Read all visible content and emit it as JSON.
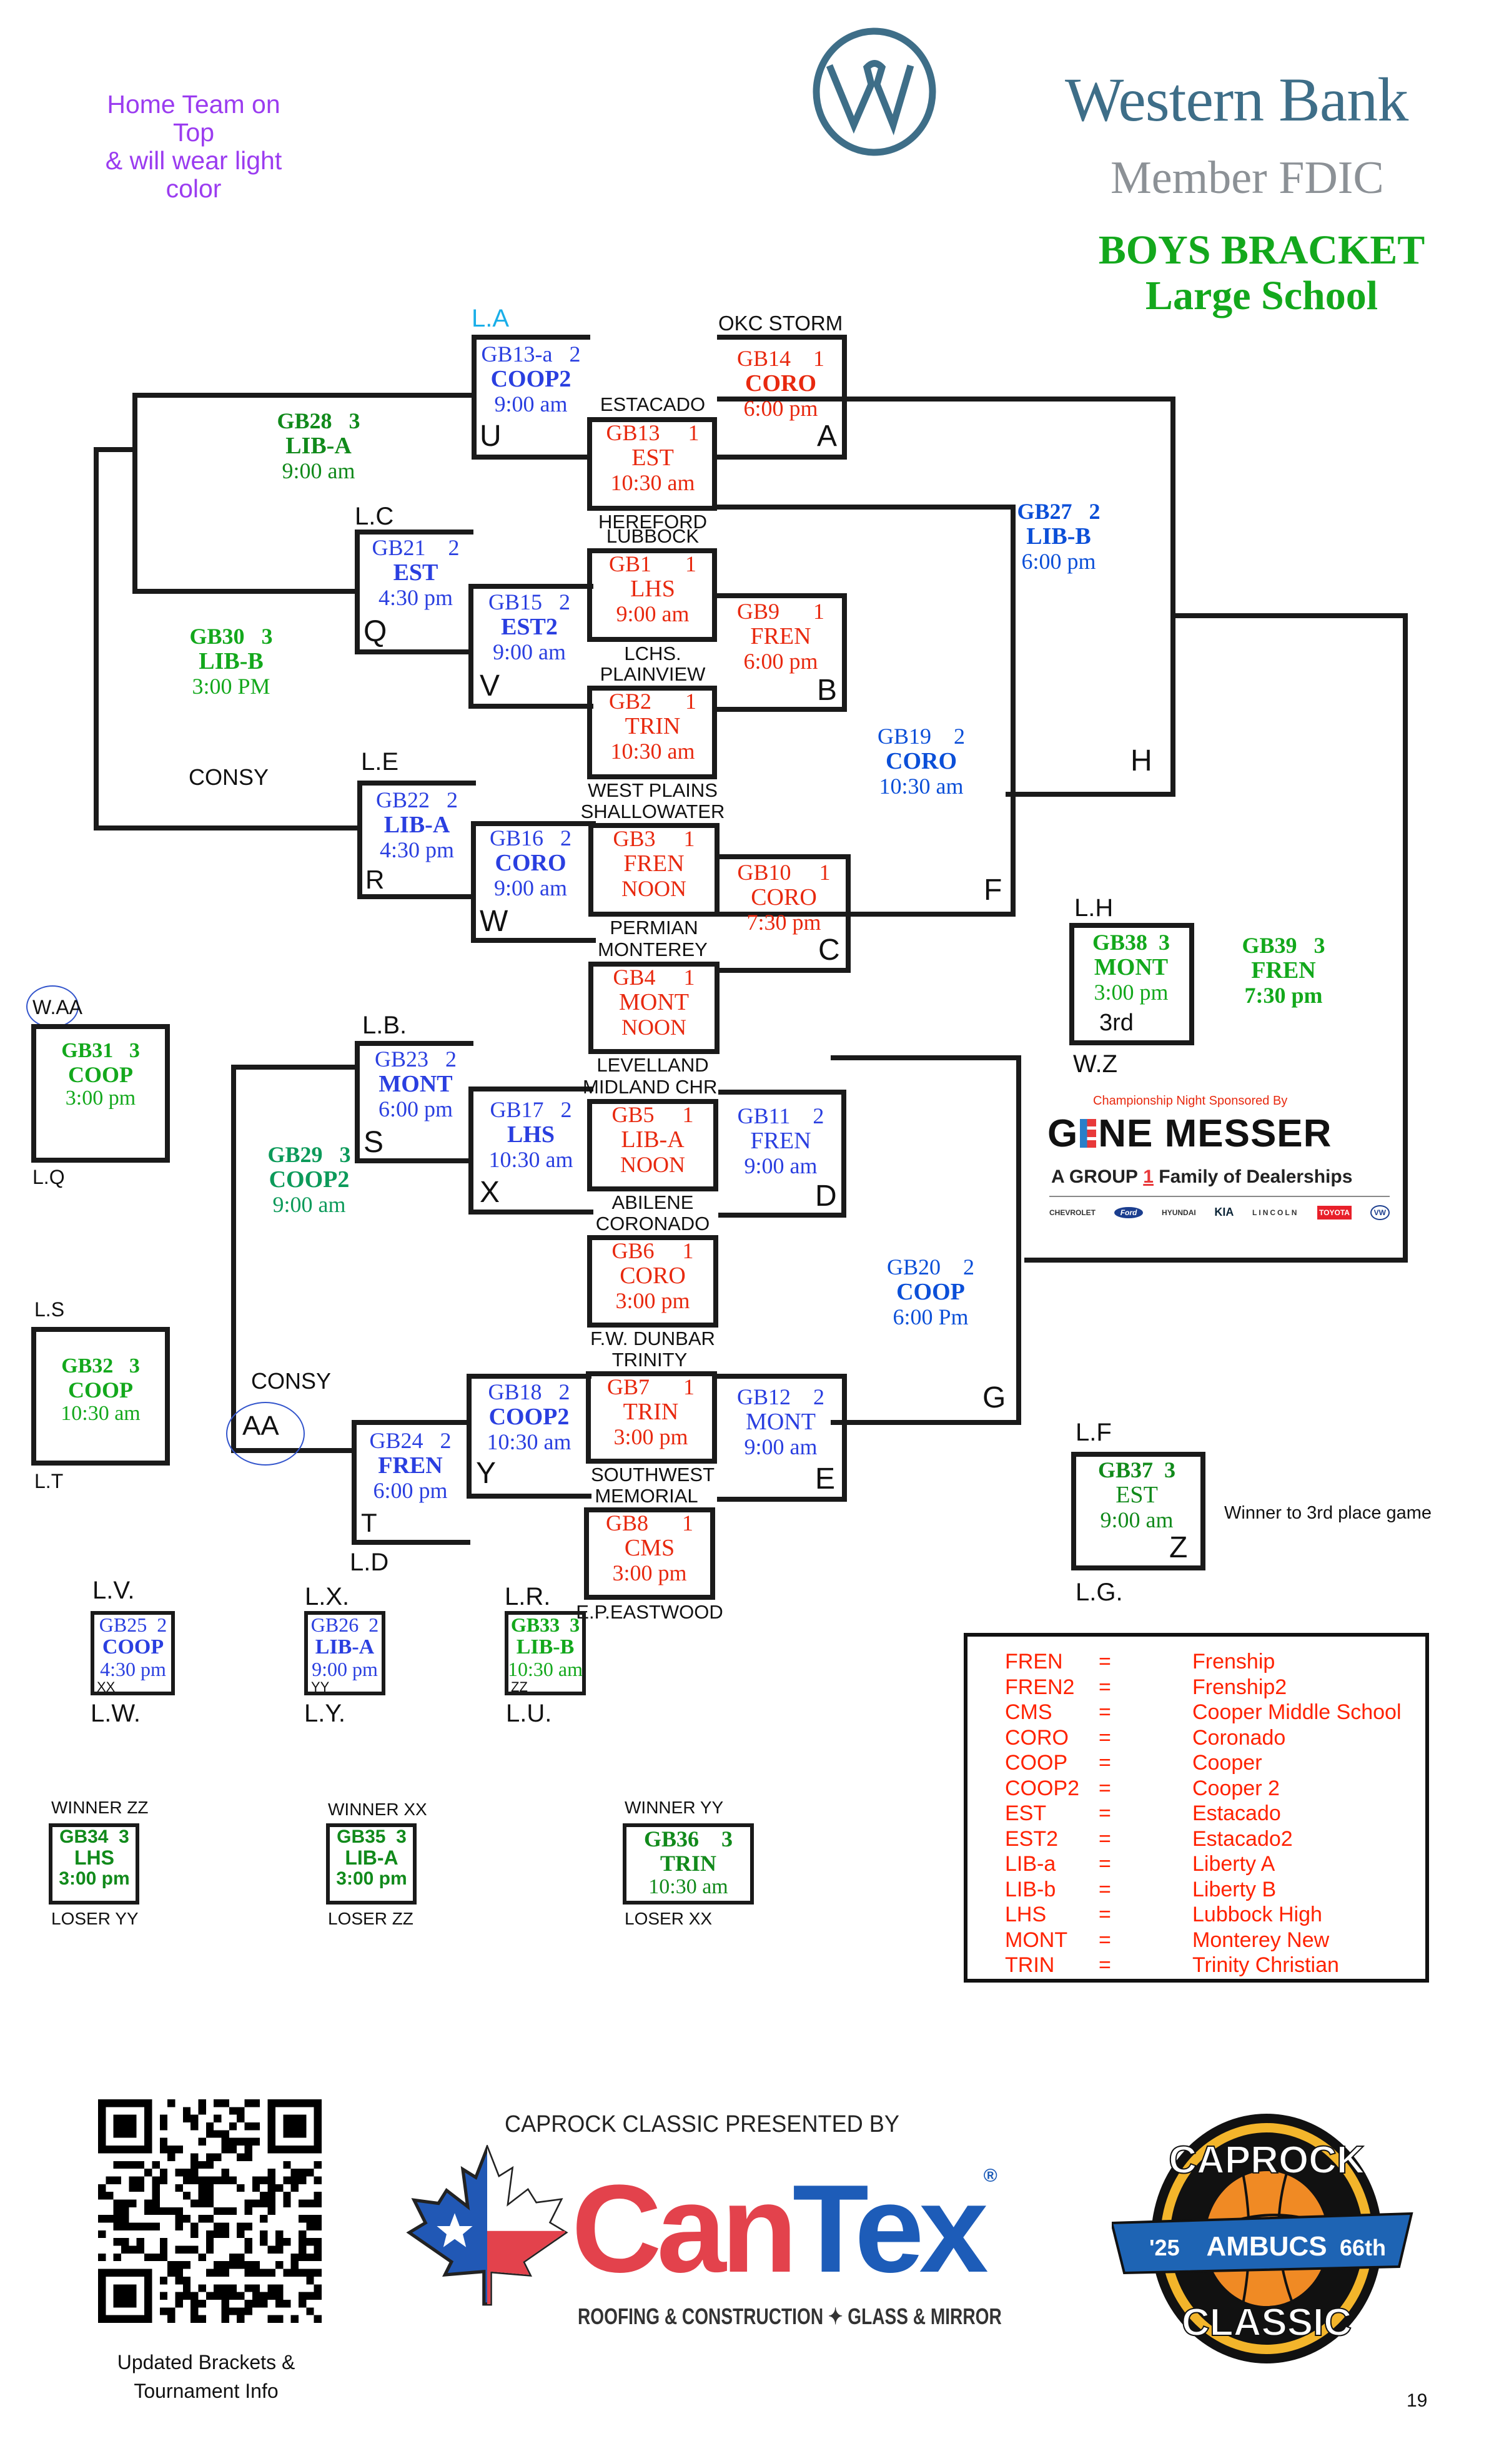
{
  "header": {
    "note_line1": "Home Team on Top",
    "note_line2": "& will wear light color",
    "bank_name": "Western Bank",
    "bank_sub": "Member FDIC",
    "title_line1": "BOYS BRACKET",
    "title_line2": "Large  School"
  },
  "colors": {
    "purple_note": "#9b3cf0",
    "bank_teal": "#3e6e88",
    "bank_gray": "#8c9196",
    "title_green": "#13a81c",
    "legend_red": "#ff2200"
  },
  "games": {
    "gb13a": {
      "id": "GB13-a",
      "bracket": "2",
      "team": "COOP2",
      "time": "9:00 am",
      "letter": "U",
      "top_label": "L.A"
    },
    "gb14": {
      "id": "GB14",
      "bracket": "1",
      "team": "CORO",
      "time": "6:00 pm",
      "letter": "A",
      "top_label": "OKC STORM"
    },
    "gb13": {
      "id": "GB13",
      "bracket": "1",
      "team": "EST",
      "time": "10:30 am",
      "top_label": "ESTACADO",
      "bottom_label": "HEREFORD"
    },
    "gb28": {
      "id": "GB28",
      "bracket": "3",
      "team": "LIB-A",
      "time": "9:00 am"
    },
    "gb27": {
      "id": "GB27",
      "bracket": "2",
      "team": "LIB-B",
      "time": "6:00 pm"
    },
    "gb21": {
      "id": "GB21",
      "bracket": "2",
      "team": "EST",
      "time": "4:30 pm",
      "letter": "Q",
      "top_label": "L.C"
    },
    "gb15": {
      "id": "GB15",
      "bracket": "2",
      "team": "EST2",
      "time": "9:00 am",
      "letter": "V"
    },
    "gb1": {
      "id": "GB1",
      "bracket": "1",
      "team": "LHS",
      "time": "9:00 am",
      "top_label": "LUBBOCK",
      "bottom_label": "LCHS."
    },
    "gb9": {
      "id": "GB9",
      "bracket": "1",
      "team": "FREN",
      "time": "6:00 pm",
      "letter": "B"
    },
    "gb2": {
      "id": "GB2",
      "bracket": "1",
      "team": "TRIN",
      "time": "10:30 am",
      "top_label": "PLAINVIEW",
      "bottom_label": "WEST PLAINS"
    },
    "gb30": {
      "id": "GB30",
      "bracket": "3",
      "team": "LIB-B",
      "time": "3:00 PM",
      "note": "CONSY"
    },
    "gb19": {
      "id": "GB19",
      "bracket": "2",
      "team": "CORO",
      "time": "10:30 am",
      "letter_f": "F",
      "letter_h": "H"
    },
    "gb22": {
      "id": "GB22",
      "bracket": "2",
      "team": "LIB-A",
      "time": "4:30 pm",
      "letter": "R",
      "top_label": "L.E"
    },
    "gb16": {
      "id": "GB16",
      "bracket": "2",
      "team": "CORO",
      "time": "9:00 am",
      "letter": "W"
    },
    "gb3": {
      "id": "GB3",
      "bracket": "1",
      "team": "FREN",
      "time": "NOON",
      "top_label": "SHALLOWATER",
      "bottom_label": "PERMIAN"
    },
    "gb10": {
      "id": "GB10",
      "bracket": "1",
      "team": "CORO",
      "time": "7:30 pm",
      "letter": "C"
    },
    "gb4": {
      "id": "GB4",
      "bracket": "1",
      "team": "MONT",
      "time": "NOON",
      "top_label": "MONTEREY",
      "bottom_label": "LEVELLAND"
    },
    "gb38": {
      "id": "GB38",
      "bracket": "3",
      "team": "MONT",
      "time": "3:00 pm",
      "tag": "3rd",
      "top_label": "L.H",
      "bottom_label": "W.Z"
    },
    "gb39": {
      "id": "GB39",
      "bracket": "3",
      "team": "FREN",
      "time": "7:30 pm"
    },
    "gb31": {
      "id": "GB31",
      "bracket": "3",
      "team": "COOP",
      "time": "3:00 pm",
      "top_label": "W.AA",
      "bottom_label": "L.Q"
    },
    "gb23": {
      "id": "GB23",
      "bracket": "2",
      "team": "MONT",
      "time": "6:00 pm",
      "letter": "S",
      "top_label": "L.B."
    },
    "gb17": {
      "id": "GB17",
      "bracket": "2",
      "team": "LHS",
      "time": "10:30 am",
      "letter": "X"
    },
    "gb5": {
      "id": "GB5",
      "bracket": "1",
      "team": "LIB-A",
      "time": "NOON",
      "top_label": "MIDLAND CHR.",
      "bottom_label": "ABILENE"
    },
    "gb11": {
      "id": "GB11",
      "bracket": "2",
      "team": "FREN",
      "time": "9:00 am",
      "letter": "D"
    },
    "gb6": {
      "id": "GB6",
      "bracket": "1",
      "team": "CORO",
      "time": "3:00 pm",
      "top_label": "CORONADO",
      "bottom_label": "F.W. DUNBAR"
    },
    "gb29": {
      "id": "GB29",
      "bracket": "3",
      "team": "COOP2",
      "time": "9:00 am",
      "note": "CONSY",
      "letter": "AA"
    },
    "gb20": {
      "id": "GB20",
      "bracket": "2",
      "team": "COOP",
      "time": "6:00 Pm",
      "letter": "G"
    },
    "gb32": {
      "id": "GB32",
      "bracket": "3",
      "team": "COOP",
      "time": "10:30 am",
      "top_label": "L.S",
      "bottom_label": "L.T"
    },
    "gb18": {
      "id": "GB18",
      "bracket": "2",
      "team": "COOP2",
      "time": "10:30 am",
      "letter": "Y"
    },
    "gb7": {
      "id": "GB7",
      "bracket": "1",
      "team": "TRIN",
      "time": "3:00 pm",
      "top_label": "TRINITY",
      "bottom_label": "SOUTHWEST"
    },
    "gb12": {
      "id": "GB12",
      "bracket": "2",
      "team": "MONT",
      "time": "9:00 am",
      "letter": "E"
    },
    "gb24": {
      "id": "GB24",
      "bracket": "2",
      "team": "FREN",
      "time": "6:00 pm",
      "letter": "T",
      "bottom_label": "L.D"
    },
    "gb8": {
      "id": "GB8",
      "bracket": "1",
      "team": "CMS",
      "time": "3:00 pm",
      "top_label": "MEMORIAL",
      "bottom_label": "E.P.EASTWOOD"
    },
    "gb37": {
      "id": "GB37",
      "bracket": "3",
      "team": "EST",
      "time": "9:00 am",
      "letter": "Z",
      "top_label": "L.F",
      "bottom_label": "L.G.",
      "note": "Winner to 3rd place game"
    },
    "gb25": {
      "id": "GB25",
      "bracket": "2",
      "team": "COOP",
      "time": "4:30 pm",
      "letter": "XX",
      "top_label": "L.V.",
      "bottom_label": "L.W."
    },
    "gb26": {
      "id": "GB26",
      "bracket": "2",
      "team": "LIB-A",
      "time": "9:00 pm",
      "letter": "YY",
      "top_label": "L.X.",
      "bottom_label": "L.Y."
    },
    "gb33": {
      "id": "GB33",
      "bracket": "3",
      "team": "LIB-B",
      "time": "10:30 am",
      "letter": "ZZ",
      "top_label": "L.R.",
      "bottom_label": "L.U."
    },
    "gb34": {
      "id": "GB34",
      "bracket": "3",
      "team": "LHS",
      "time": "3:00 pm",
      "top_label": "WINNER ZZ",
      "bottom_label": "LOSER YY"
    },
    "gb35": {
      "id": "GB35",
      "bracket": "3",
      "team": "LIB-A",
      "time": "3:00 pm",
      "top_label": "WINNER XX",
      "bottom_label": "LOSER ZZ"
    },
    "gb36": {
      "id": "GB36",
      "bracket": "3",
      "team": "TRIN",
      "time": "10:30 am",
      "top_label": "WINNER YY",
      "bottom_label": "LOSER XX"
    }
  },
  "sponsor": {
    "caption": "Championship Night Sponsored By",
    "name_g": "G",
    "name_rest": "NE MESSER",
    "tagline_a": "A",
    "tagline_group": "GROUP",
    "tagline_one": "1",
    "tagline_rest": "Family of Dealerships",
    "brands": [
      "CHEVROLET",
      "Ford",
      "HYUNDAI",
      "KIA",
      "LINCOLN",
      "TOYOTA",
      "VW"
    ]
  },
  "legend": [
    {
      "abbr": "FREN",
      "eq": "=",
      "name": "Frenship"
    },
    {
      "abbr": "FREN2",
      "eq": "=",
      "name": "Frenship2"
    },
    {
      "abbr": "CMS",
      "eq": "=",
      "name": "Cooper Middle School"
    },
    {
      "abbr": "CORO",
      "eq": "=",
      "name": "Coronado"
    },
    {
      "abbr": "COOP",
      "eq": "=",
      "name": "Cooper"
    },
    {
      "abbr": "COOP2",
      "eq": "=",
      "name": "Cooper 2"
    },
    {
      "abbr": "EST",
      "eq": "=",
      "name": "Estacado"
    },
    {
      "abbr": "EST2",
      "eq": "=",
      "name": "Estacado2"
    },
    {
      "abbr": "LIB-a",
      "eq": "=",
      "name": "Liberty A"
    },
    {
      "abbr": "LIB-b",
      "eq": "=",
      "name": "Liberty B"
    },
    {
      "abbr": "LHS",
      "eq": "=",
      "name": "Lubbock High"
    },
    {
      "abbr": "MONT",
      "eq": "=",
      "name": "Monterey New"
    },
    {
      "abbr": "TRIN",
      "eq": "=",
      "name": "Trinity Christian"
    }
  ],
  "footer": {
    "qr_caption_line1": "Updated Brackets  &",
    "qr_caption_line2": "Tournament Info",
    "presented_by": "CAPROCK CLASSIC PRESENTED BY",
    "cantex_can": "Can",
    "cantex_tex": "Tex",
    "cantex_reg": "®",
    "cantex_sub": "ROOFING & CONSTRUCTION ✦ GLASS & MIRROR",
    "badge_top": "CAPROCK",
    "badge_bottom": "CLASSIC",
    "badge_year": "'25",
    "badge_org": "AMBUCS",
    "badge_edition": "66th",
    "page_number": "19"
  }
}
